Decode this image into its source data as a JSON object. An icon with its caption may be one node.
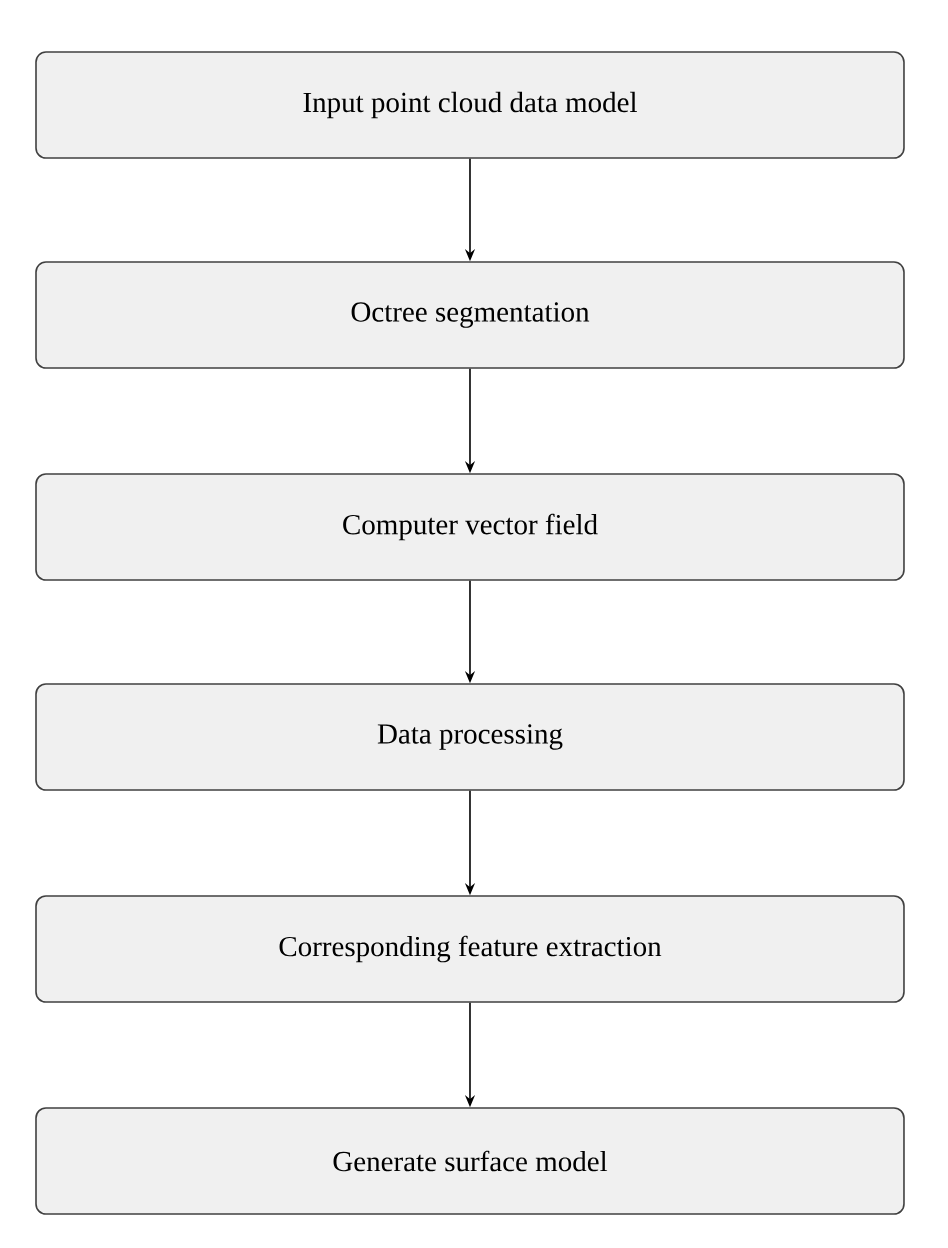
{
  "diagram": {
    "nodes": [
      {
        "text": [
          "Input point cloud data model"
        ]
      },
      {
        "text": [
          "Octree segmentation"
        ]
      },
      {
        "text": [
          "Computer vector field"
        ]
      },
      {
        "text": [
          "Data processing"
        ]
      },
      {
        "text": [
          "Corresponding feature extraction"
        ]
      },
      {
        "text": [
          "Generate surface model"
        ]
      }
    ],
    "edges": [
      {
        "from": 0,
        "to": 1,
        "arrow": "to"
      },
      {
        "from": 1,
        "to": 2,
        "arrow": "to"
      },
      {
        "from": 2,
        "to": 3,
        "arrow": "to"
      },
      {
        "from": 3,
        "to": 4,
        "arrow": "to"
      },
      {
        "from": 4,
        "to": 5,
        "arrow": "to"
      }
    ]
  }
}
